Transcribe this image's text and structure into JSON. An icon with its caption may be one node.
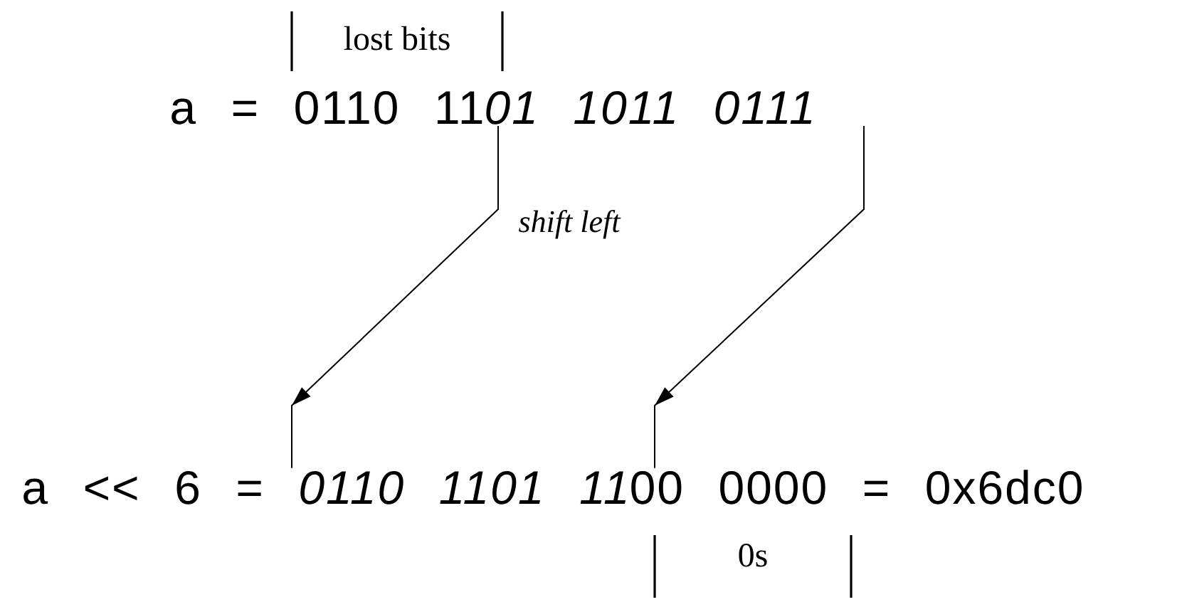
{
  "diagram": {
    "nodes": [
      {
        "text": [
          "a = 0110 11",
          "01 1011 0111"
        ]
      },
      {
        "text": [
          "a << 6 =",
          "0110 1101 11",
          "00 0000 = 0x6dc0"
        ]
      }
    ],
    "edges": [
      {
        "from": 0,
        "to": 1,
        "arrow": "to"
      },
      {
        "from": 0,
        "to": 1,
        "arrow": "to"
      }
    ],
    "labels": [
      "lost bits",
      "shift left",
      "0s"
    ]
  }
}
